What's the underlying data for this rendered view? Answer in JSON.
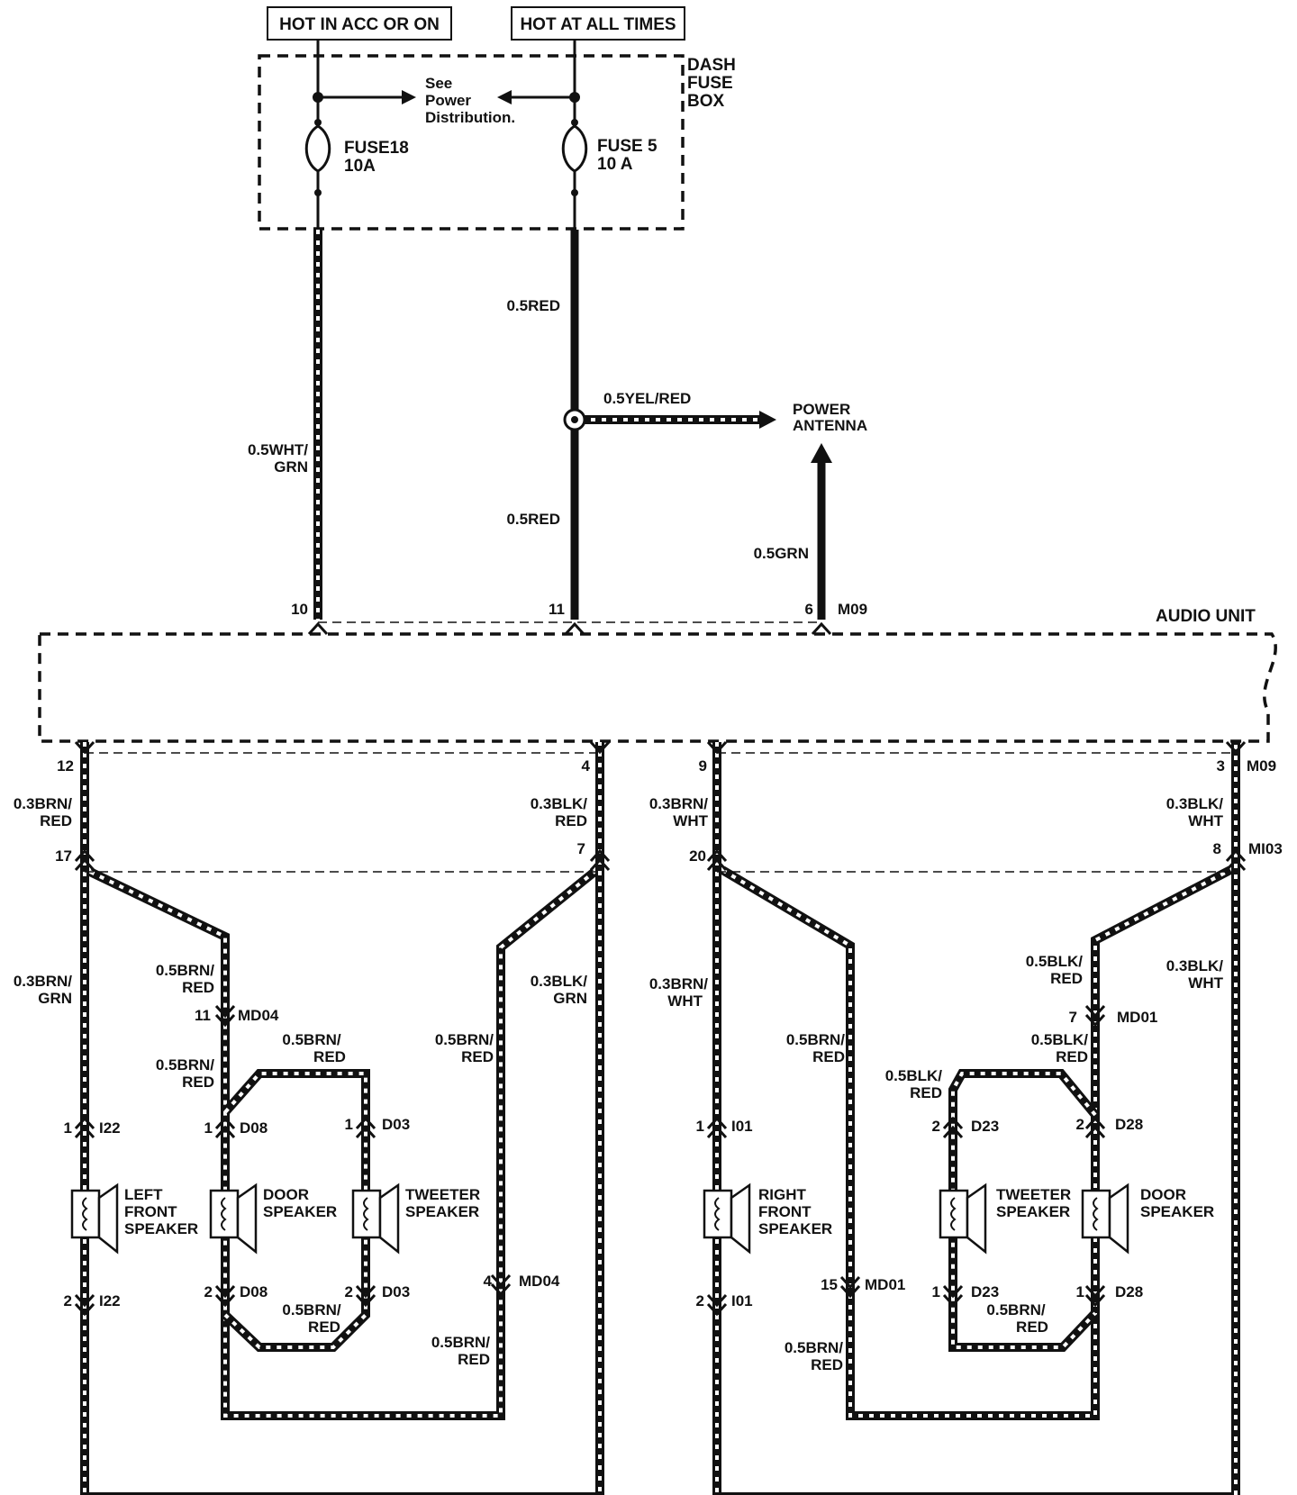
{
  "header": {
    "hot_acc": "HOT IN ACC OR ON",
    "hot_all": "HOT AT ALL TIMES"
  },
  "fusebox": {
    "title_line1": "DASH",
    "title_line2": "FUSE",
    "title_line3": "BOX",
    "see_line1": "See",
    "see_line2": "Power",
    "see_line3": "Distribution.",
    "fuse_left_name": "FUSE18",
    "fuse_left_rating": "10A",
    "fuse_right_name": "FUSE 5",
    "fuse_right_rating": "10 A"
  },
  "upper_wires": {
    "red_upper": "0.5RED",
    "red_lower": "0.5RED",
    "yel_red": "0.5YEL/RED",
    "antenna_line1": "POWER",
    "antenna_line2": "ANTENNA",
    "grn": "0.5GRN",
    "wht_grn_line1": "0.5WHT/",
    "wht_grn_line2": "GRN"
  },
  "audio_unit": {
    "title": "AUDIO UNIT",
    "pins_top": [
      "10",
      "11",
      "6"
    ],
    "conn_top": "M09",
    "pins_bottom": [
      "12",
      "4",
      "9",
      "3"
    ],
    "conn_bottom": "M09",
    "conn_mid": "MI03",
    "mid_pins": [
      "17",
      "7",
      "20",
      "8"
    ]
  },
  "left_side": {
    "w_12_l1": "0.3BRN/",
    "w_12_l2": "RED",
    "w_4_l1": "0.3BLK/",
    "w_4_l2": "RED",
    "w_17_l1": "0.3BRN/",
    "w_17_l2": "GRN",
    "w_7_l1": "0.3BLK/",
    "w_7_l2": "GRN",
    "w_md04a_l1": "0.5BRN/",
    "w_md04a_l2": "RED",
    "md04_pin_top": "11",
    "md04_name": "MD04",
    "w_d08a_l1": "0.5BRN/",
    "w_d08a_l2": "RED",
    "w_loop_l1": "0.5BRN/",
    "w_loop_l2": "RED",
    "w_right_l1": "0.5BRN/",
    "w_right_l2": "RED",
    "i22_pin1": "1",
    "i22_name": "I22",
    "i22_pin2": "2",
    "d08_pin1": "1",
    "d08_name": "D08",
    "d08_pin2": "2",
    "d03_pin1": "1",
    "d03_name": "D03",
    "d03_pin2": "2",
    "md04_pin_bottom": "4",
    "w_bot_loop_l1": "0.5BRN/",
    "w_bot_loop_l2": "RED",
    "w_bot_right_l1": "0.5BRN/",
    "w_bot_right_l2": "RED",
    "spk_front_l1": "LEFT",
    "spk_front_l2": "FRONT",
    "spk_front_l3": "SPEAKER",
    "spk_door_l1": "DOOR",
    "spk_door_l2": "SPEAKER",
    "spk_tweet_l1": "TWEETER",
    "spk_tweet_l2": "SPEAKER"
  },
  "right_side": {
    "w_9_l1": "0.3BRN/",
    "w_9_l2": "WHT",
    "w_3_l1": "0.3BLK/",
    "w_3_l2": "WHT",
    "w_20_l1": "0.3BRN/",
    "w_20_l2": "WHT",
    "w_8_l1": "0.3BLK/",
    "w_8_l2": "WHT",
    "w_md01a_l1": "0.5BLK/",
    "w_md01a_l2": "RED",
    "md01_pin_top": "7",
    "md01_name": "MD01",
    "w_d28a_l1": "0.5BLK/",
    "w_d28a_l2": "RED",
    "w_d23a_l1": "0.5BLK/",
    "w_d23a_l2": "RED",
    "w_left_l1": "0.5BRN/",
    "w_left_l2": "RED",
    "i01_pin1": "1",
    "i01_name": "I01",
    "i01_pin2": "2",
    "d23_pin1": "2",
    "d23_name": "D23",
    "d23_pin2": "1",
    "d28_pin1": "2",
    "d28_name": "D28",
    "d28_pin2": "1",
    "md01_pin_bottom": "15",
    "w_bot_loop_l1": "0.5BRN/",
    "w_bot_loop_l2": "RED",
    "w_bot_left_l1": "0.5BRN/",
    "w_bot_left_l2": "RED",
    "spk_front_l1": "RIGHT",
    "spk_front_l2": "FRONT",
    "spk_front_l3": "SPEAKER",
    "spk_tweet_l1": "TWEETER",
    "spk_tweet_l2": "SPEAKER",
    "spk_door_l1": "DOOR",
    "spk_door_l2": "SPEAKER"
  }
}
